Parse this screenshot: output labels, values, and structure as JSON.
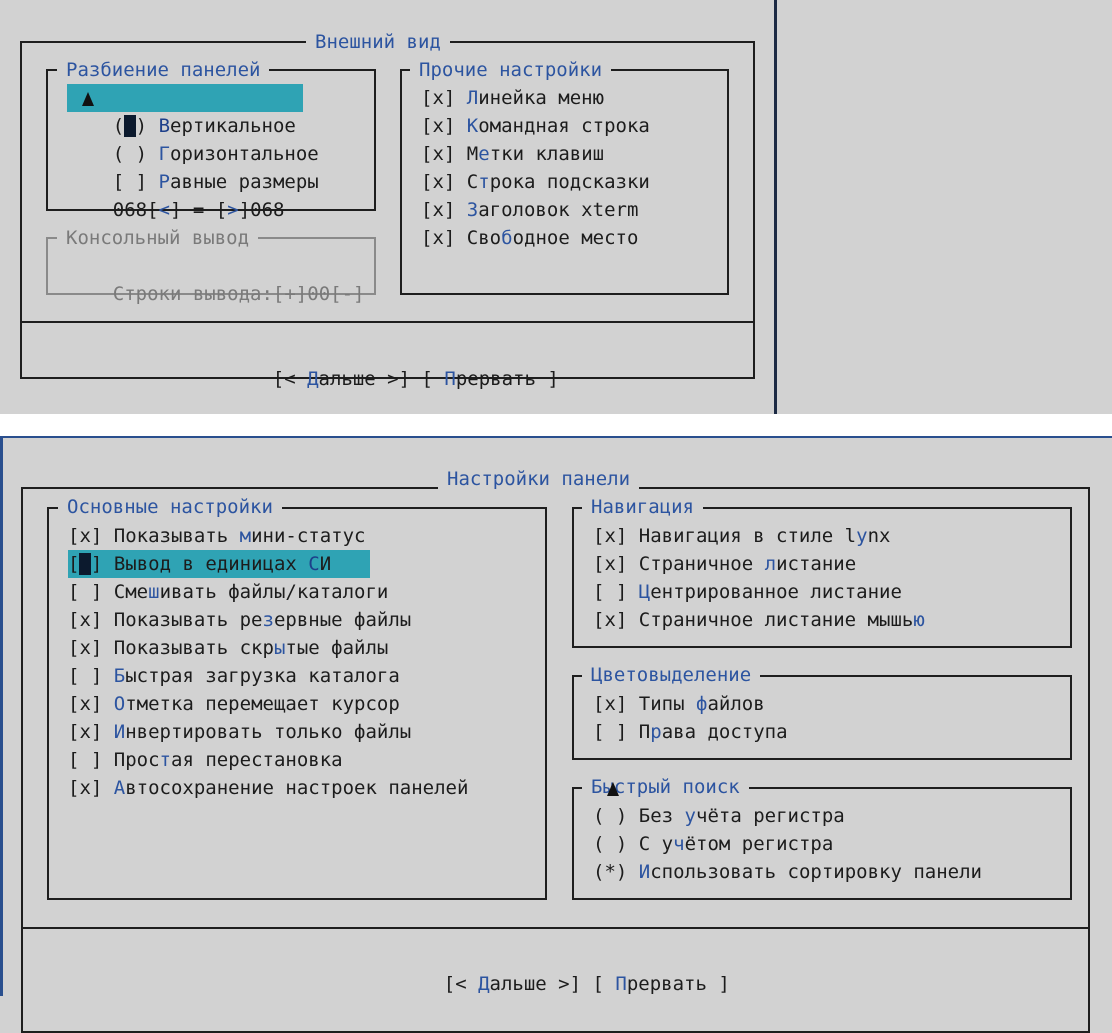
{
  "appearance": {
    "title": "Внешний вид",
    "split": {
      "title": "Разбиение панелей",
      "options": [
        {
          "mark": "( )",
          "hk": "В",
          "rest": "ертикальное",
          "cursor": true
        },
        {
          "mark": "( )",
          "hk": "Г",
          "rest": "оризонтальное"
        },
        {
          "mark": "[ ]",
          "hk": "Р",
          "rest": "авные размеры"
        }
      ],
      "size": {
        "left": "068",
        "dec": "<",
        "eq": " = ",
        "inc": ">",
        "right": "068"
      }
    },
    "console": {
      "title": "Консольный вывод",
      "rows_label": "Строки вывода:",
      "rows_inc": "[+]",
      "rows_value": "00",
      "rows_dec": "[-]"
    },
    "other": {
      "title": "Прочие настройки",
      "items": [
        {
          "mark": "[x]",
          "pre": "",
          "hk": "Л",
          "post": "инейка меню"
        },
        {
          "mark": "[x]",
          "pre": "",
          "hk": "К",
          "post": "омандная строка"
        },
        {
          "mark": "[x]",
          "pre": "М",
          "hk": "е",
          "post": "тки клавиш"
        },
        {
          "mark": "[x]",
          "pre": "С",
          "hk": "т",
          "post": "рока подсказки"
        },
        {
          "mark": "[x]",
          "pre": "",
          "hk": "З",
          "post": "аголовок xterm"
        },
        {
          "mark": "[x]",
          "pre": "Сво",
          "hk": "б",
          "post": "одное место"
        }
      ]
    },
    "buttons": {
      "next_open": "[< ",
      "next_hk": "Д",
      "next_rest": "альше >]",
      "abort_open": "[ ",
      "abort_hk": "П",
      "abort_rest": "рервать ]"
    }
  },
  "panel": {
    "title": "Настройки панели",
    "basic": {
      "title": "Основные настройки",
      "items": [
        {
          "mark": "[x]",
          "pre": "Показывать ",
          "hk": "м",
          "post": "ини-статус"
        },
        {
          "mark": "[ ]",
          "pre": "Вывод в единицах ",
          "hk": "С",
          "post": "И",
          "selected": true
        },
        {
          "mark": "[ ]",
          "pre": "Сме",
          "hk": "ш",
          "post": "ивать файлы/каталоги"
        },
        {
          "mark": "[x]",
          "pre": "Показывать ре",
          "hk": "з",
          "post": "ервные файлы"
        },
        {
          "mark": "[x]",
          "pre": "Показывать скр",
          "hk": "ы",
          "post": "тые файлы"
        },
        {
          "mark": "[ ]",
          "pre": "",
          "hk": "Б",
          "post": "ыстрая загрузка каталога"
        },
        {
          "mark": "[x]",
          "pre": "",
          "hk": "О",
          "post": "тметка перемещает курсор"
        },
        {
          "mark": "[x]",
          "pre": "",
          "hk": "И",
          "post": "нвертировать только файлы"
        },
        {
          "mark": "[ ]",
          "pre": "Прос",
          "hk": "т",
          "post": "ая перестановка"
        },
        {
          "mark": "[x]",
          "pre": "",
          "hk": "А",
          "post": "втосохранение настроек панелей"
        }
      ]
    },
    "navigation": {
      "title": "Навигация",
      "items": [
        {
          "mark": "[x]",
          "pre": "Навигация в стиле l",
          "hk": "y",
          "post": "nx"
        },
        {
          "mark": "[x]",
          "pre": "Страничное ",
          "hk": "л",
          "post": "истание"
        },
        {
          "mark": "[ ]",
          "pre": "",
          "hk": "Ц",
          "post": "ентрированное листание"
        },
        {
          "mark": "[x]",
          "pre": "Страничное листание мышь",
          "hk": "ю",
          "post": ""
        }
      ]
    },
    "highlight": {
      "title": "Цветовыделение",
      "items": [
        {
          "mark": "[x]",
          "pre": "Типы ",
          "hk": "ф",
          "post": "айлов"
        },
        {
          "mark": "[ ]",
          "pre": "П",
          "hk": "р",
          "post": "ава доступа"
        }
      ]
    },
    "quicksearch": {
      "title": "Быстрый поиск",
      "items": [
        {
          "mark": "( )",
          "pre": "Без ",
          "hk": "у",
          "post": "чёта регистра"
        },
        {
          "mark": "( )",
          "pre": "С у",
          "hk": "ч",
          "post": "ётом регистра"
        },
        {
          "mark": "(*)",
          "pre": "",
          "hk": "И",
          "post": "спользовать сортировку панели"
        }
      ]
    },
    "buttons": {
      "next_open": "[< ",
      "next_hk": "Д",
      "next_rest": "альше >]",
      "abort_open": "[ ",
      "abort_hk": "П",
      "abort_rest": "рервать ]"
    }
  }
}
